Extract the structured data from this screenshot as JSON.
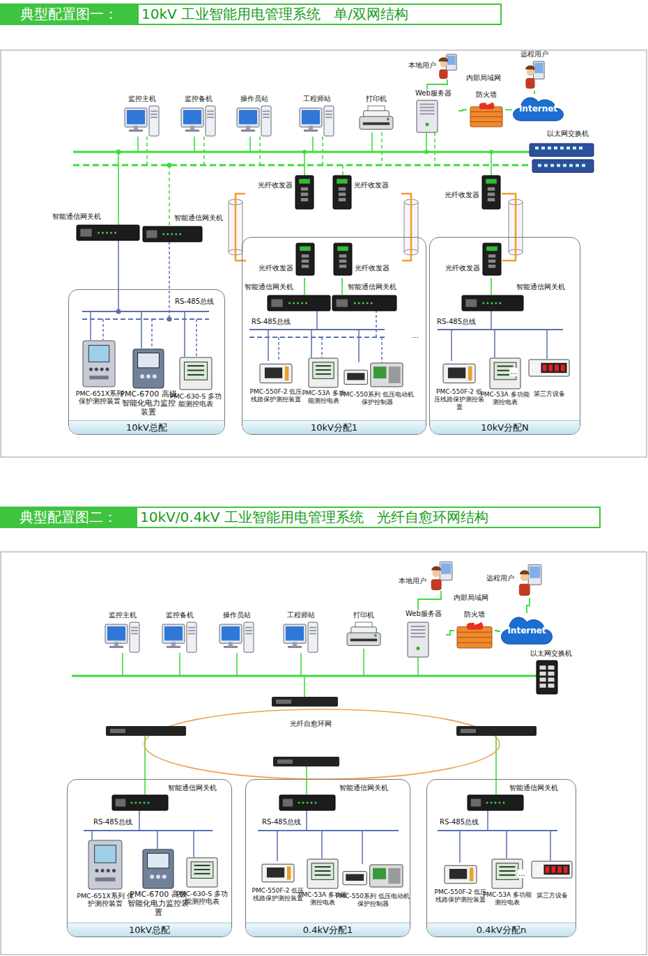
{
  "diagram": {
    "nodes": [
      {
        "text": [
          "典型配置图一：",
          "10kV 工业智能用电管理系统   单/双网结构"
        ]
      },
      {
        "text": [
          "监控主机"
        ]
      },
      {
        "text": [
          "监控备机"
        ]
      },
      {
        "text": [
          "操作员站"
        ]
      },
      {
        "text": [
          "工程师站"
        ]
      },
      {
        "text": [
          "打印机"
        ]
      },
      {
        "text": [
          "Web服务器"
        ]
      },
      {
        "text": [
          "本地用户"
        ]
      },
      {
        "text": [
          "远程用户"
        ]
      },
      {
        "text": [
          "防火墙"
        ]
      },
      {
        "text": [
          "Internet"
        ]
      },
      {
        "text": [
          "以太网交换机"
        ]
      },
      {
        "text": [
          "智能通信网关机"
        ]
      },
      {
        "text": [
          "智能通信网关机"
        ]
      },
      {
        "text": [
          "光纤收发器"
        ]
      },
      {
        "text": [
          "光纤收发器"
        ]
      },
      {
        "text": [
          "光纤收发器"
        ]
      },
      {
        "text": [
          "10kV总配"
        ]
      },
      {
        "text": [
          "PMC-651X系列 保护测控装置"
        ],
        "in": 17
      },
      {
        "text": [
          "PMC-6700 高级智能化电力监控装置"
        ],
        "in": 17
      },
      {
        "text": [
          "PMC-630-S 多功能测控电表"
        ],
        "in": 17
      },
      {
        "text": [
          "10kV分配1"
        ]
      },
      {
        "text": [
          "光纤收发器"
        ],
        "in": 21
      },
      {
        "text": [
          "光纤收发器"
        ],
        "in": 21
      },
      {
        "text": [
          "智能通信网关机"
        ],
        "in": 21
      },
      {
        "text": [
          "智能通信网关机"
        ],
        "in": 21
      },
      {
        "text": [
          "PMC-550F-2 低压线路保护测控装置"
        ],
        "in": 21
      },
      {
        "text": [
          "PMC-53A 多功能测控电表"
        ],
        "in": 21
      },
      {
        "text": [
          "PMC-550系列 低压电动机保护控制器"
        ],
        "in": 21
      },
      {
        "text": [
          "10kV分配N"
        ]
      },
      {
        "text": [
          "光纤收发器"
        ],
        "in": 29
      },
      {
        "text": [
          "智能通信网关机"
        ],
        "in": 29
      },
      {
        "text": [
          "PMC-550F-2 低压线路保护测控装置"
        ],
        "in": 29
      },
      {
        "text": [
          "PMC-53A 多功能测控电表"
        ],
        "in": 29
      },
      {
        "text": [
          "第三方设备"
        ],
        "in": 29
      },
      {
        "text": [
          "典型配置图二：",
          "10kV/0.4kV 工业智能用电管理系统   光纤自愈环网结构"
        ]
      },
      {
        "text": [
          "监控主机"
        ]
      },
      {
        "text": [
          "监控备机"
        ]
      },
      {
        "text": [
          "操作员站"
        ]
      },
      {
        "text": [
          "工程师站"
        ]
      },
      {
        "text": [
          "打印机"
        ]
      },
      {
        "text": [
          "Web服务器"
        ]
      },
      {
        "text": [
          "本地用户"
        ]
      },
      {
        "text": [
          "远程用户"
        ]
      },
      {
        "text": [
          "防火墙"
        ]
      },
      {
        "text": [
          "Internet"
        ]
      },
      {
        "text": [
          "以太网交换机"
        ]
      },
      {
        "text": [
          "10kV总配"
        ]
      },
      {
        "text": [
          "智能通信网关机"
        ],
        "in": 47
      },
      {
        "text": [
          "PMC-651X系列 保护测控装置"
        ],
        "in": 47
      },
      {
        "text": [
          "PMC-6700 高级智能化电力监控装置"
        ],
        "in": 47
      },
      {
        "text": [
          "PMC-630-S 多功能测控电表"
        ],
        "in": 47
      },
      {
        "text": [
          "0.4kV分配1"
        ]
      },
      {
        "text": [
          "智能通信网关机"
        ],
        "in": 52
      },
      {
        "text": [
          "PMC-550F-2 低压线路保护测控装置"
        ],
        "in": 52
      },
      {
        "text": [
          "PMC-53A 多功能测控电表"
        ],
        "in": 52
      },
      {
        "text": [
          "PMC-550系列 低压电动机保护控制器"
        ],
        "in": 52
      },
      {
        "text": [
          "0.4kV分配n"
        ]
      },
      {
        "text": [
          "智能通信网关机"
        ],
        "in": 57
      },
      {
        "text": [
          "PMC-550F-2 低压线路保护测控装置"
        ],
        "in": 57
      },
      {
        "text": [
          "PMC-53A 多功能测控电表"
        ],
        "in": 57
      },
      {
        "text": [
          "第三方设备"
        ],
        "in": 57
      }
    ],
    "edges": [
      {
        "from": 7,
        "to": 6,
        "arrow": "none"
      },
      {
        "from": 6,
        "to": 9,
        "arrow": "none"
      },
      {
        "from": 9,
        "to": 10,
        "arrow": "none"
      },
      {
        "from": 8,
        "to": 10,
        "arrow": "none"
      },
      {
        "from": 14,
        "to": 22,
        "arrow": "none"
      },
      {
        "from": 15,
        "to": 23,
        "arrow": "none"
      },
      {
        "from": 16,
        "to": 30,
        "arrow": "none"
      },
      {
        "from": 22,
        "to": 24,
        "arrow": "none"
      },
      {
        "from": 23,
        "to": 25,
        "arrow": "none"
      },
      {
        "from": 30,
        "to": 31,
        "arrow": "none"
      },
      {
        "from": 42,
        "to": 41,
        "arrow": "none"
      },
      {
        "from": 41,
        "to": 44,
        "arrow": "none"
      },
      {
        "from": 44,
        "to": 45,
        "arrow": "none"
      },
      {
        "from": 43,
        "to": 45,
        "arrow": "none"
      }
    ],
    "labels": [
      "内部局域网",
      "RS-485总线",
      "RS-485总线",
      "RS-485总线",
      "…",
      "…",
      "内部局域网",
      "光纤自愈环网",
      "RS-485总线",
      "RS-485总线",
      "RS-485总线",
      "…"
    ]
  }
}
